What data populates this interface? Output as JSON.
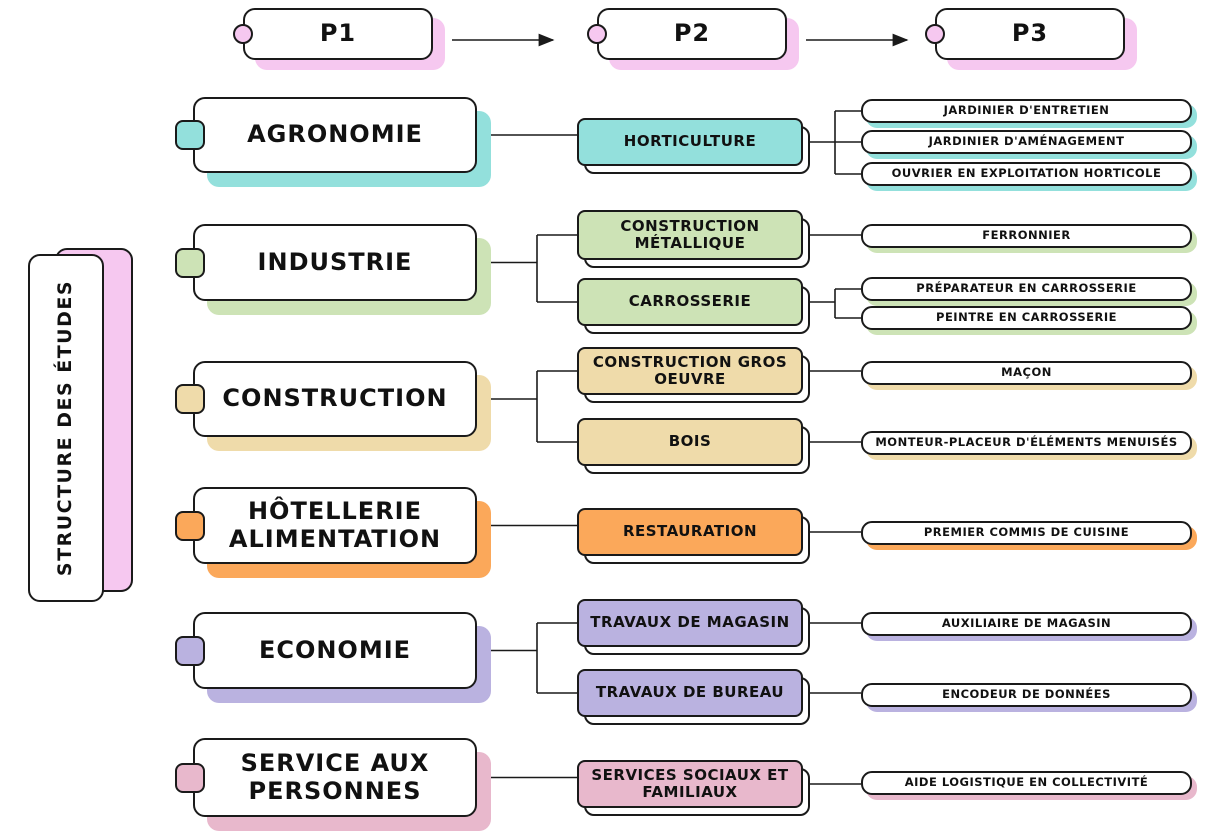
{
  "title": "Structure des études",
  "phases": [
    "P1",
    "P2",
    "P3"
  ],
  "colors": {
    "header_pink": "#f6c8f0",
    "title_pink": "#f6c8f0",
    "agronomie": "#93e0dc",
    "industrie": "#cde3b6",
    "construction": "#efdbaa",
    "hotellerie": "#fba85a",
    "economie": "#bab2e0",
    "service": "#e8b8cc"
  },
  "sectors": [
    {
      "name": "Agronomie",
      "color_key": "agronomie",
      "branches": [
        {
          "name": "Horticulture",
          "jobs": [
            "Jardinier d'entretien",
            "Jardinier d'aménagement",
            "Ouvrier en exploitation horticole"
          ]
        }
      ]
    },
    {
      "name": "Industrie",
      "color_key": "industrie",
      "branches": [
        {
          "name": "Construction métallique",
          "jobs": [
            "Ferronnier"
          ]
        },
        {
          "name": "Carrosserie",
          "jobs": [
            "Préparateur en carrosserie",
            "Peintre en carrosserie"
          ]
        }
      ]
    },
    {
      "name": "Construction",
      "color_key": "construction",
      "branches": [
        {
          "name": "Construction gros oeuvre",
          "jobs": [
            "Maçon"
          ]
        },
        {
          "name": "Bois",
          "jobs": [
            "Monteur-placeur d'éléments menuisés"
          ]
        }
      ]
    },
    {
      "name": "Hôtellerie alimentation",
      "color_key": "hotellerie",
      "branches": [
        {
          "name": "Restauration",
          "jobs": [
            "Premier commis de cuisine"
          ]
        }
      ]
    },
    {
      "name": "Economie",
      "color_key": "economie",
      "branches": [
        {
          "name": "Travaux de magasin",
          "jobs": [
            "Auxiliaire de magasin"
          ]
        },
        {
          "name": "Travaux de bureau",
          "jobs": [
            "Encodeur de données"
          ]
        }
      ]
    },
    {
      "name": "Service aux personnes",
      "color_key": "service",
      "branches": [
        {
          "name": "Services sociaux et familiaux",
          "jobs": [
            "Aide logistique en collectivité"
          ]
        }
      ]
    }
  ]
}
